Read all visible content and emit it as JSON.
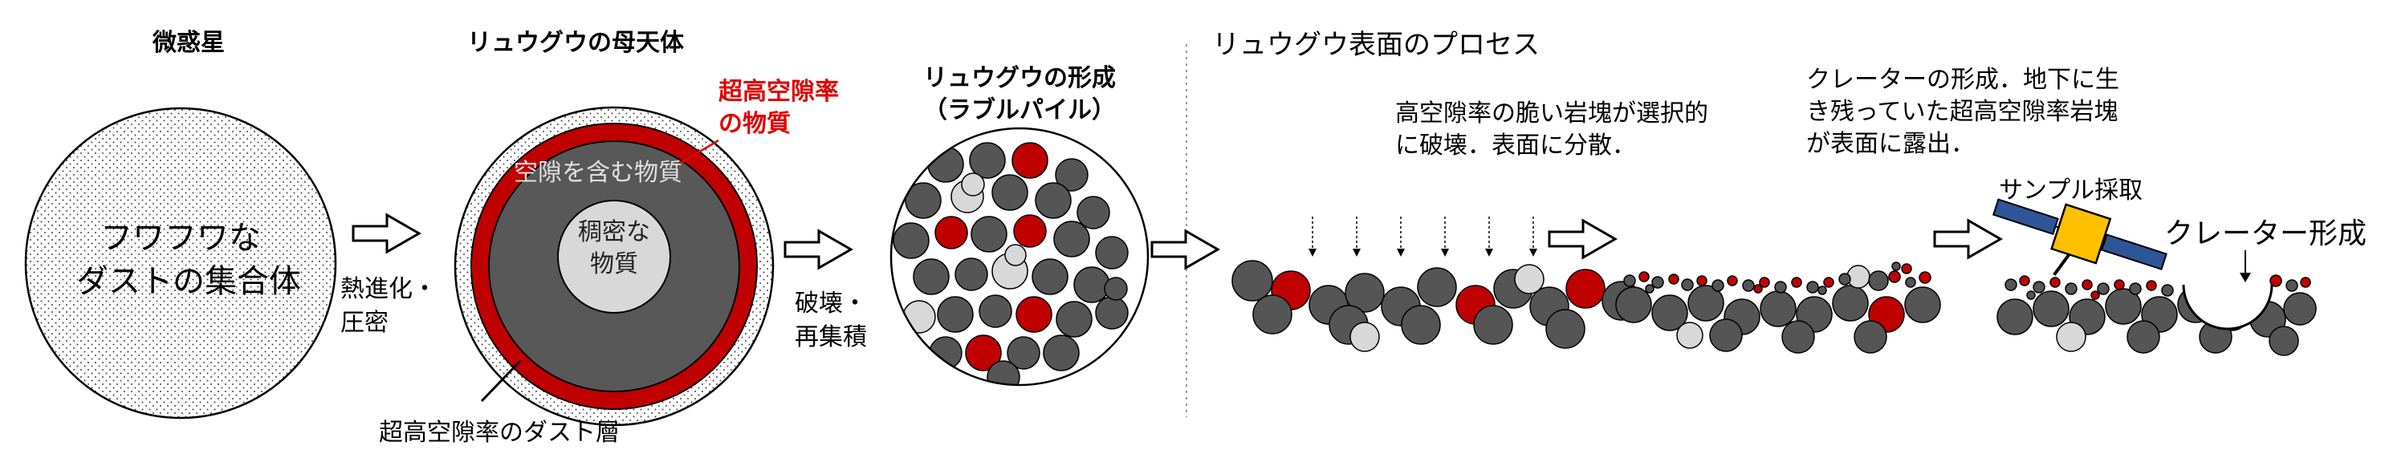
{
  "stage1": {
    "title": "微惑星",
    "body_line1": "フワフワな",
    "body_line2": "ダストの集合体"
  },
  "arrow1_label": {
    "line1": "熱進化・",
    "line2": "圧密"
  },
  "stage2": {
    "title": "リュウグウの母天体",
    "red_label_line1": "超高空隙率",
    "red_label_line2": "の物質",
    "mid_label": "空隙を含む物質",
    "core_line1": "稠密な",
    "core_line2": "物質",
    "bottom_label": "超高空隙率のダスト層"
  },
  "arrow2_label": {
    "line1": "破壊・",
    "line2": "再集積"
  },
  "stage3": {
    "title_line1": "リュウグウの形成",
    "title_line2": "（ラブルパイル）"
  },
  "surface": {
    "title": "リュウグウ表面のプロセス",
    "step1_line1": "高空隙率の脆い岩塊が選択的",
    "step1_line2": "に破壊．表面に分散．",
    "step2_line1": "クレーターの形成．地下に生",
    "step2_line2": "き残っていた超高空隙率岩塊",
    "step2_line3": "が表面に露出．",
    "sampling_label": "サンプル採取",
    "crater_label": "クレーター形成"
  },
  "colors": {
    "dark_gray": "#555555",
    "light_gray": "#d8d8d8",
    "red": "#c00000",
    "label_red": "#e00000",
    "spacecraft_yellow": "#ffc000",
    "panel_blue": "#2e5597"
  },
  "icons": [
    "right-arrow-icon",
    "spacecraft-icon",
    "down-arrow-icon"
  ]
}
